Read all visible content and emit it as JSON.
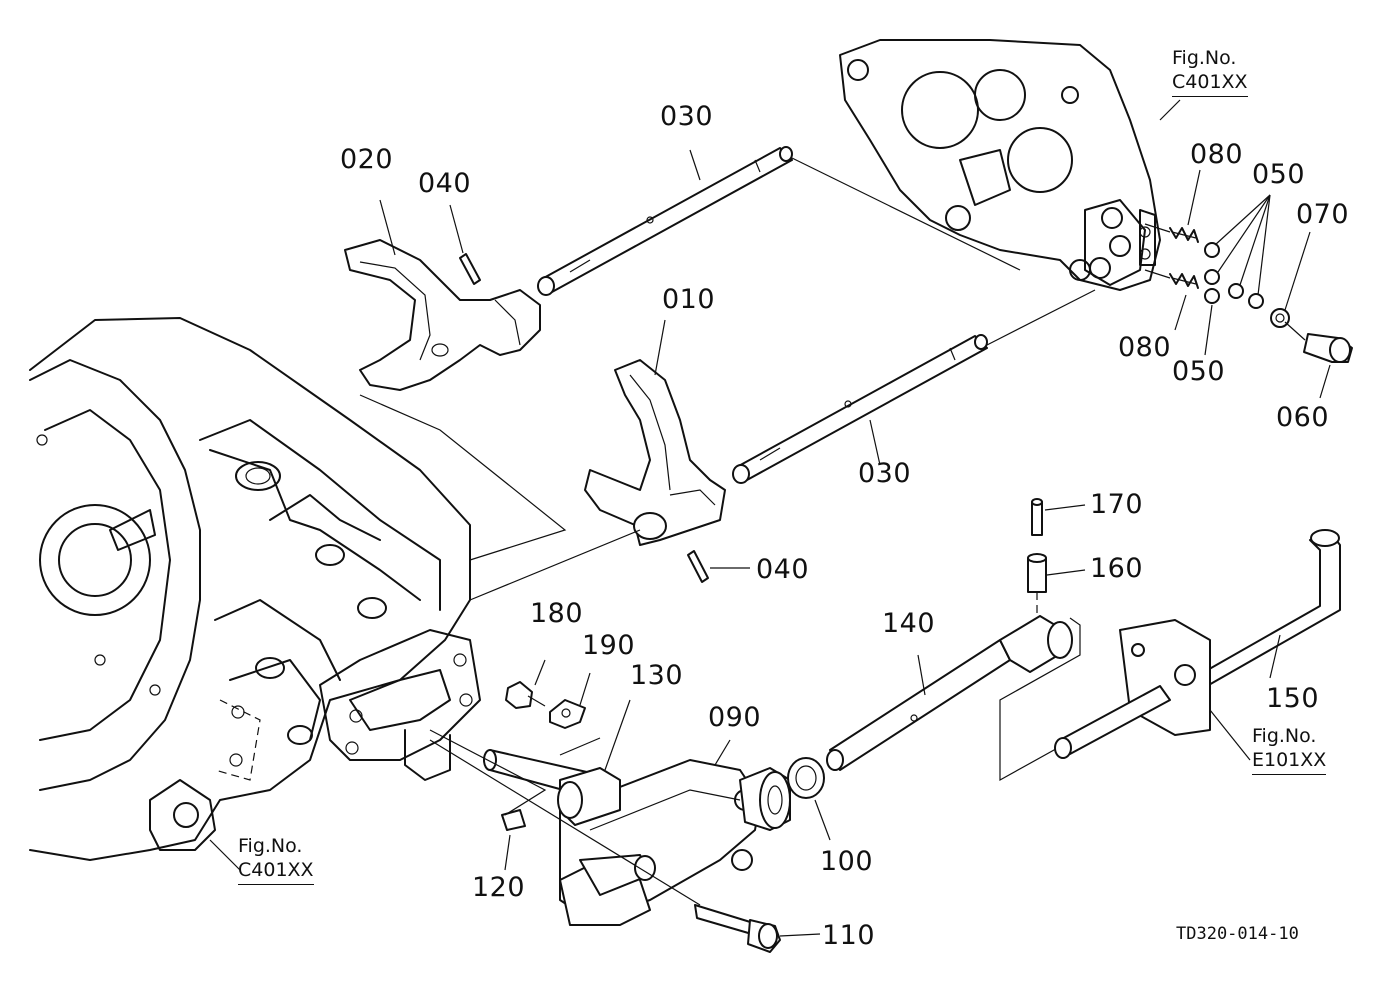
{
  "labels": {
    "p010": "010",
    "p020": "020",
    "p030a": "030",
    "p030b": "030",
    "p040a": "040",
    "p040b": "040",
    "p050a": "050",
    "p050b": "050",
    "p060": "060",
    "p070": "070",
    "p080a": "080",
    "p080b": "080",
    "p090": "090",
    "p100": "100",
    "p110": "110",
    "p120": "120",
    "p130": "130",
    "p140": "140",
    "p150": "150",
    "p160": "160",
    "p170": "170",
    "p180": "180",
    "p190": "190"
  },
  "figrefs": {
    "top_right": {
      "title": "Fig.No.",
      "code": "C401XX"
    },
    "bottom_left": {
      "title": "Fig.No.",
      "code": "C401XX"
    },
    "right": {
      "title": "Fig.No.",
      "code": "E101XX"
    }
  },
  "drawing_code": "TD320-014-10"
}
